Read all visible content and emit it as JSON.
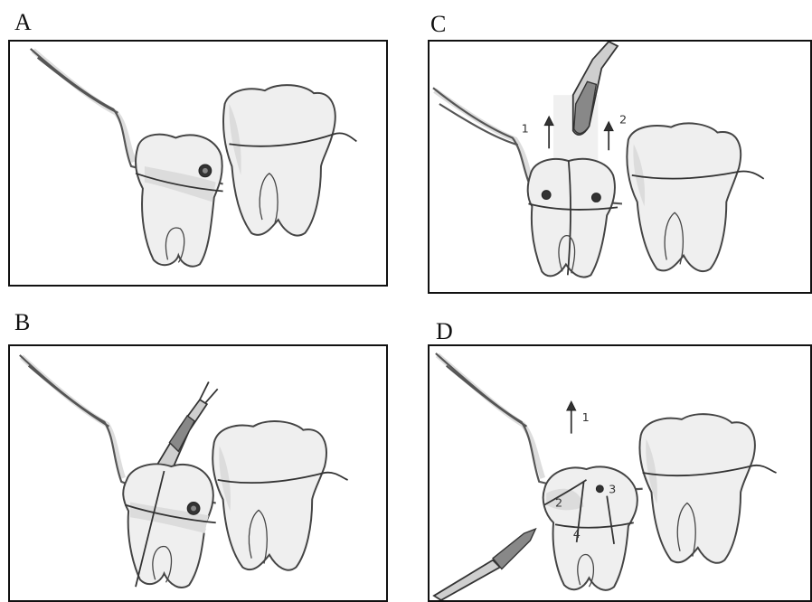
{
  "panels": {
    "a": {
      "label": "A"
    },
    "b": {
      "label": "B"
    },
    "c": {
      "label": "C",
      "arrow_left_number": "1",
      "arrow_right_number": "2"
    },
    "d": {
      "label": "D",
      "arrow_number": "1",
      "section_left": "2",
      "section_right": "3",
      "section_bottom": "4"
    }
  }
}
